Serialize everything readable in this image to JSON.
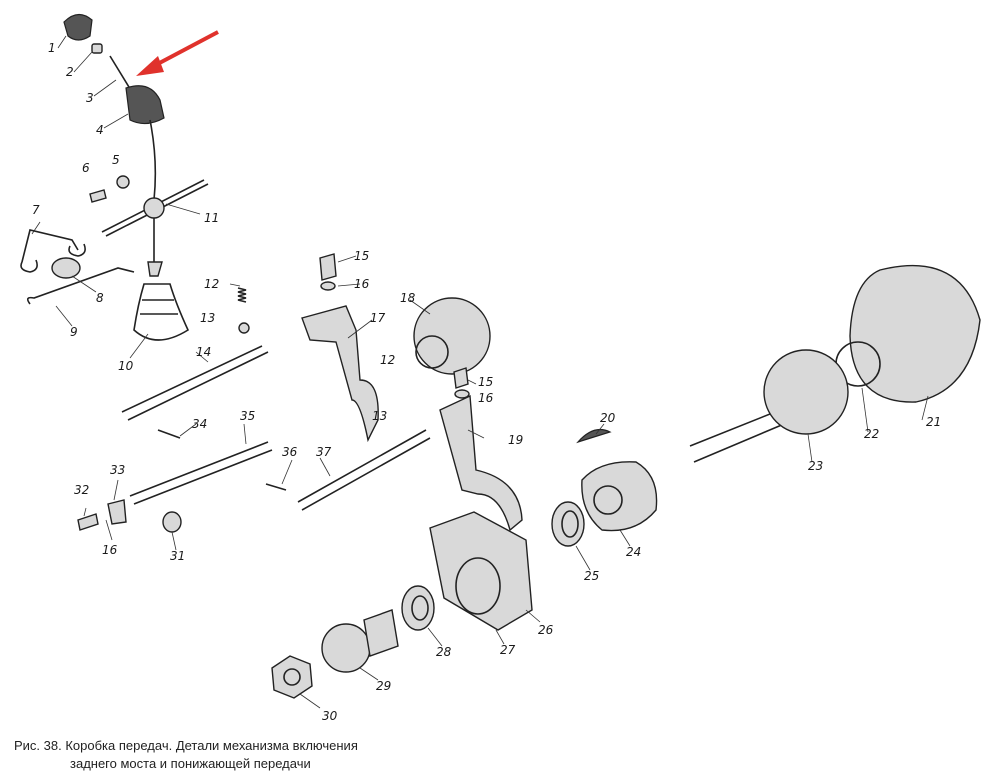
{
  "caption": {
    "line1": "Рис. 38. Коробка передач. Детали механизма включения",
    "line2": "заднего моста и  понижающей передачи"
  },
  "part_labels": [
    "1",
    "2",
    "3",
    "4",
    "5",
    "6",
    "7",
    "8",
    "9",
    "10",
    "11",
    "12",
    "13",
    "14",
    "15",
    "16",
    "17",
    "18",
    "12",
    "13",
    "15",
    "16",
    "19",
    "20",
    "21",
    "22",
    "23",
    "24",
    "25",
    "26",
    "27",
    "28",
    "29",
    "30",
    "31",
    "32",
    "33",
    "34",
    "35",
    "36",
    "37",
    "16"
  ],
  "arrow_color": "#e0322c"
}
